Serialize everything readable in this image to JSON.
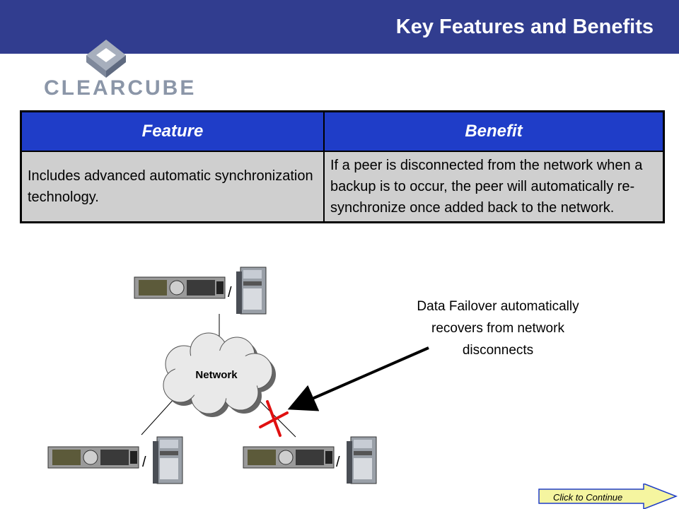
{
  "header": {
    "title": "Key Features and Benefits"
  },
  "logo": {
    "word": "CLEARCUBE"
  },
  "table": {
    "headers": [
      "Feature",
      "Benefit"
    ],
    "rows": [
      {
        "feature": "Includes advanced automatic synchronization technology.",
        "benefit": "If a peer is disconnected from the network when a backup is to occur, the peer will automatically re-synchronize once added back to the network."
      }
    ]
  },
  "diagram": {
    "cloud_label": "Network",
    "caption_lines": [
      "Data Failover automatically",
      "recovers from network",
      "disconnects"
    ],
    "slash": "/",
    "colors": {
      "break_mark": "#e01010",
      "header_blue": "#1f3dc8",
      "banner": "#313d8f"
    }
  },
  "nav": {
    "continue_label": "Click to Continue"
  }
}
